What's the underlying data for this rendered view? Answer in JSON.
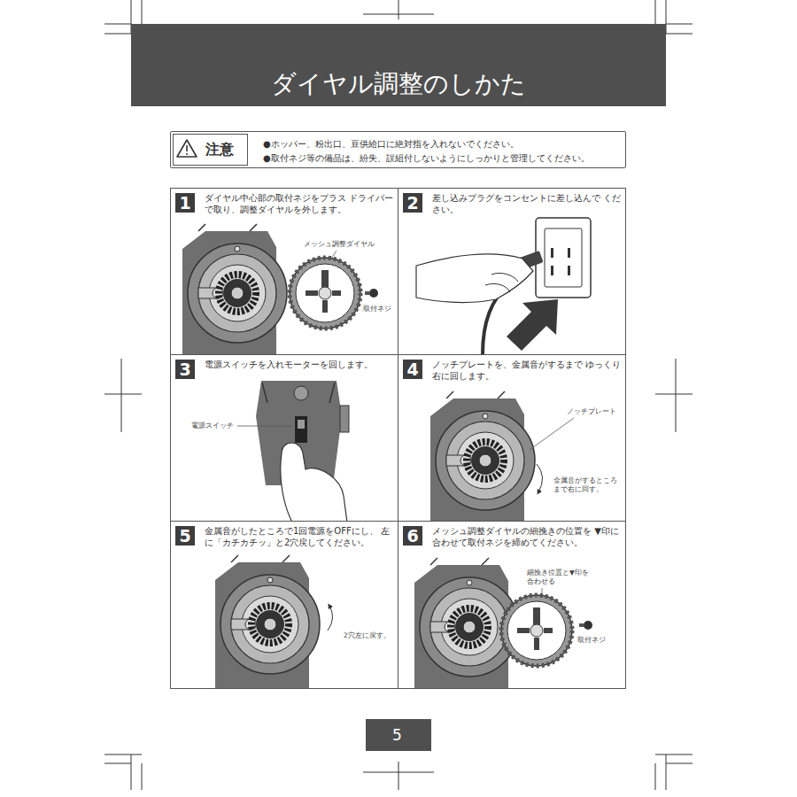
{
  "diagram": {
    "title": "ダイヤル調整のしかた",
    "nodes": [
      {
        "text": [
          "注意",
          "●ホッパー、粉出口、豆供給口に絶対指を入れないでください。",
          "●取付ネジ等の備品は、紛失、誤組付しないようにしっかりと管理してください。"
        ]
      },
      {
        "text": [
          "1",
          "ダイヤル中心部の取付ネジをプラス ドライバーで取り、調整ダイヤルを外します。"
        ]
      },
      {
        "text": [
          "2",
          "差し込みプラグをコンセントに差し込んで ください。"
        ]
      },
      {
        "text": [
          "3",
          "電源スイッチを入れモーターを回します。"
        ]
      },
      {
        "text": [
          "4",
          "ノッチプレートを、金属音がするまで ゆっくり右に回します。"
        ]
      },
      {
        "text": [
          "5",
          "金属音がしたところで1回電源をOFFにし、 左に「カチカチッ」と2穴戻してください。"
        ]
      },
      {
        "text": [
          "6",
          "メッシュ調整ダイヤルの細挽きの位置を ▼印に合わせて取付ネジを締めてください。"
        ]
      },
      {
        "text": [
          "5"
        ]
      }
    ],
    "labels": [
      "メッシュ調整ダイヤル",
      "取付ネジ",
      "電源スイッチ",
      "ノッチプレート",
      "金属音がするところ まで右に回す。",
      "2穴左に戻す。",
      "細挽き位置と▼印を 合わせる",
      "取付ネジ"
    ]
  }
}
